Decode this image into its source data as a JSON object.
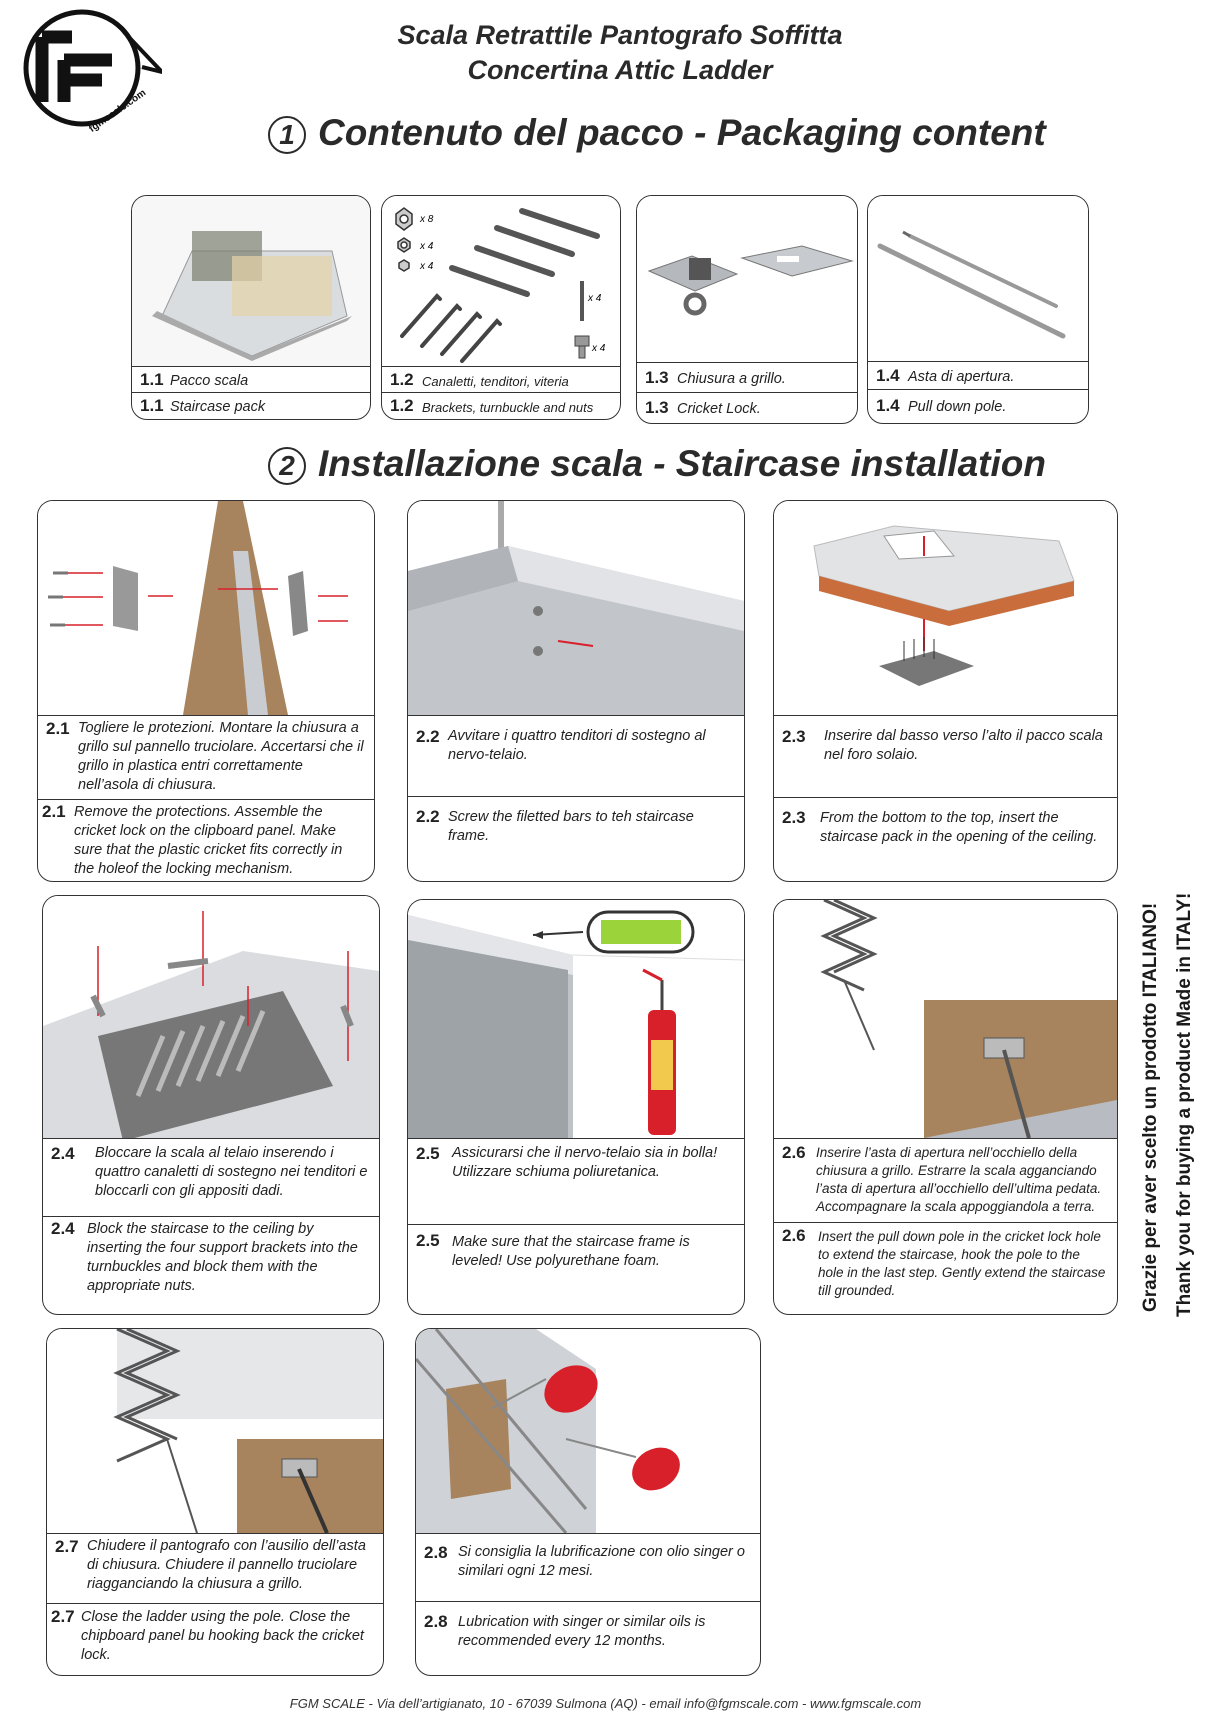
{
  "logo": {
    "letters": "FF",
    "text": "fgmscale.com"
  },
  "header": {
    "title_line1": "Scala Retrattile Pantografo  Soffitta",
    "title_line2": "Concertina  Attic Ladder"
  },
  "section1": {
    "number": "1",
    "title": "Contenuto del pacco - Packaging content"
  },
  "section2": {
    "number": "2",
    "title": "Installazione scala - Staircase installation"
  },
  "packaging": [
    {
      "num": "1.1",
      "it": "Pacco scala",
      "en": "Staircase pack"
    },
    {
      "num": "1.2",
      "it": "Canaletti, tenditori, viteria",
      "en": "Brackets, turnbuckle and nuts"
    },
    {
      "num": "1.3",
      "it": "Chiusura a grillo.",
      "en": "Cricket Lock."
    },
    {
      "num": "1.4",
      "it": "Asta di apertura.",
      "en": "Pull down pole."
    }
  ],
  "hardware_counts": [
    "x 8",
    "x 4",
    "x 4",
    "x 4",
    "x 4"
  ],
  "steps": [
    {
      "num": "2.1",
      "it": "Togliere le protezioni. Montare la chiusura a grillo sul pannello truciolare. Accertarsi che il grillo in plastica entri correttamente nell’asola di chiusura.",
      "en": "Remove the protections. Assemble the cricket lock on the clipboard panel. Make sure that the plastic cricket fits correctly in the holeof the locking mechanism."
    },
    {
      "num": "2.2",
      "it": "Avvitare i quattro tenditori di sostegno al nervo-telaio.",
      "en": "Screw the filetted bars to teh staircase frame."
    },
    {
      "num": "2.3",
      "it": "Inserire dal basso verso l’alto il pacco scala nel foro solaio.",
      "en": "From the bottom to the top, insert the staircase pack in the opening of the ceiling."
    },
    {
      "num": "2.4",
      "it": "Bloccare la scala al telaio inserendo i quattro canaletti di sostegno nei tenditori e bloccarli con gli appositi dadi.",
      "en": "Block the staircase to the ceiling by inserting the four support brackets into the turnbuckles and block them with the appropriate nuts."
    },
    {
      "num": "2.5",
      "it": "Assicurarsi che il nervo-telaio sia in bolla! Utilizzare schiuma poliuretanica.",
      "en": "Make sure that the staircase frame is leveled! Use polyurethane foam."
    },
    {
      "num": "2.6",
      "it": "Inserire l’asta di apertura nell’occhiello della chiusura a grillo. Estrarre la scala agganciando l’asta di apertura all’occhiello dell’ultima pedata. Accompagnare la scala appoggiandola a terra.",
      "en": "Insert the pull down pole in the cricket lock hole to extend the staircase, hook the pole to the hole in the last step. Gently extend the staircase till grounded."
    },
    {
      "num": "2.7",
      "it": "Chiudere il pantografo con l’ausilio dell’asta di chiusura. Chiudere il pannello truciolare riagganciando la chiusura a grillo.",
      "en": "Close the ladder using the pole. Close the chipboard panel bu hooking back the cricket lock."
    },
    {
      "num": "2.8",
      "it": "Si consiglia la lubrificazione con olio singer o similari ogni 12 mesi.",
      "en": "Lubrication with singer or similar oils is recommended every 12 months."
    }
  ],
  "side_text": {
    "it": "Grazie per aver scelto un prodotto ITALIANO!",
    "en": "Thank you for buying a product Made in ITALY!"
  },
  "footer": "FGM SCALE - Via dell’artigianato, 10 - 67039 Sulmona (AQ) - email info@fgmscale.com  -  www.fgmscale.com",
  "colors": {
    "arrow": "#d8202a",
    "wood": "#a8845e",
    "metal": "#b8bcc2",
    "border": "#333333"
  }
}
